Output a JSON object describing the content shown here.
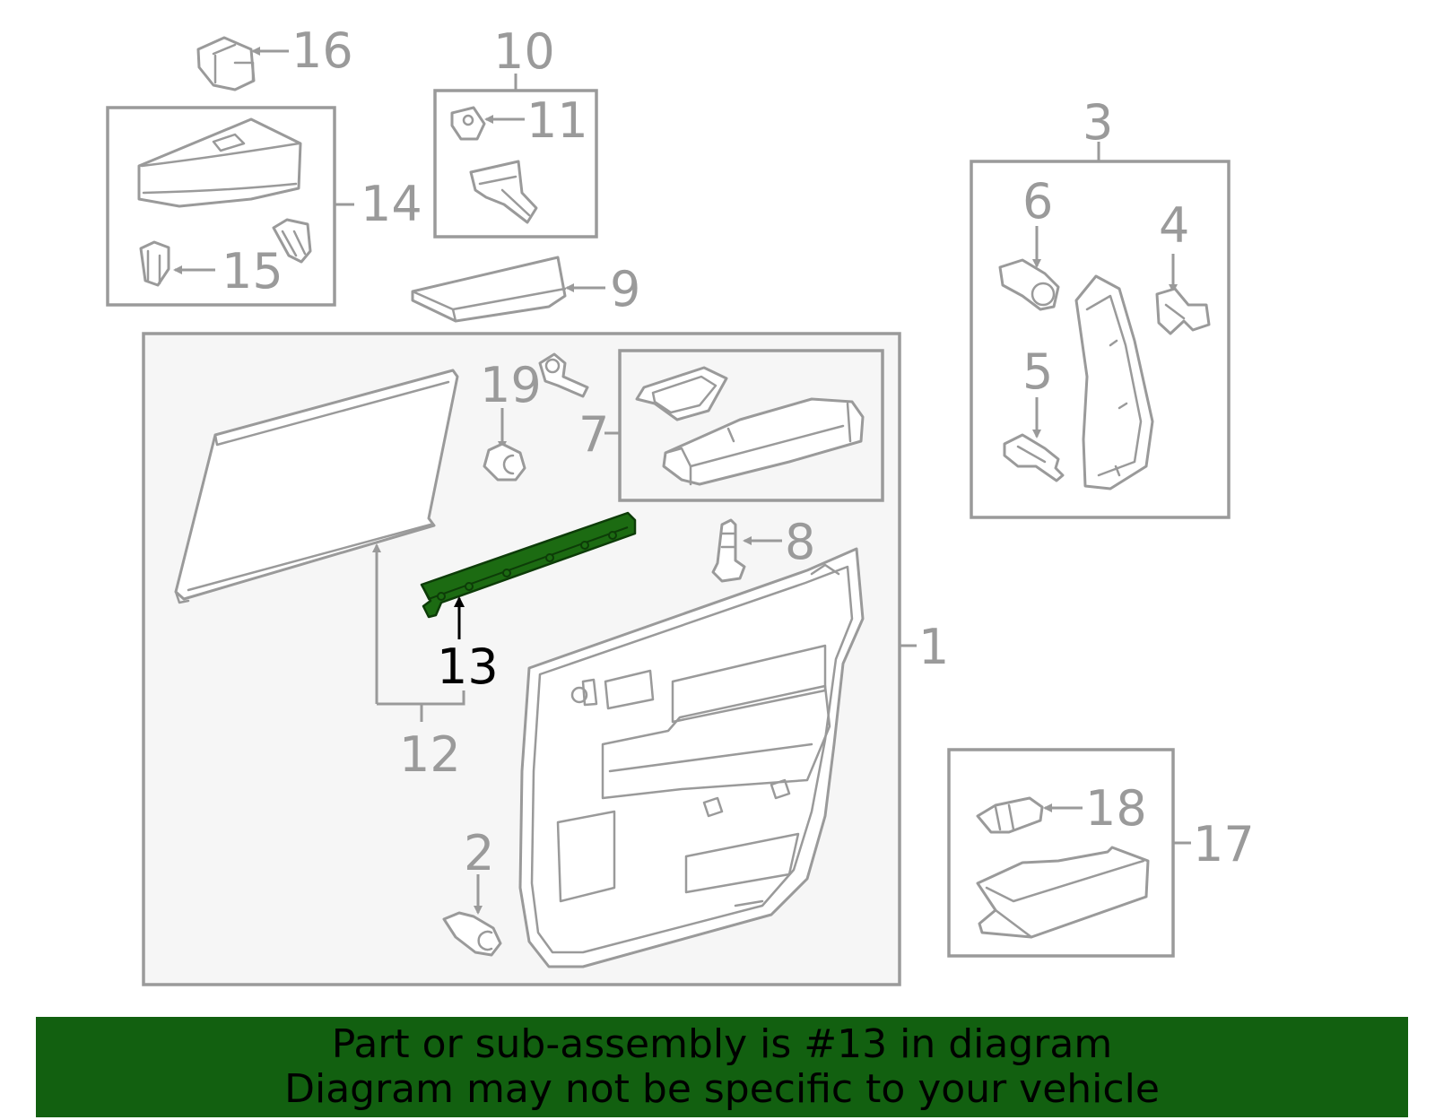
{
  "diagram": {
    "highlighted_part": "13",
    "callouts": [
      "1",
      "2",
      "3",
      "4",
      "5",
      "6",
      "7",
      "8",
      "9",
      "10",
      "11",
      "12",
      "13",
      "14",
      "15",
      "16",
      "17",
      "18",
      "19"
    ],
    "colors": {
      "highlight": "#1c6b12",
      "banner": "#126010",
      "line": "#9a9a9a"
    }
  },
  "banner": {
    "line1": "Part or sub-assembly is #13 in diagram",
    "line2": "Diagram may not be specific to your vehicle"
  }
}
